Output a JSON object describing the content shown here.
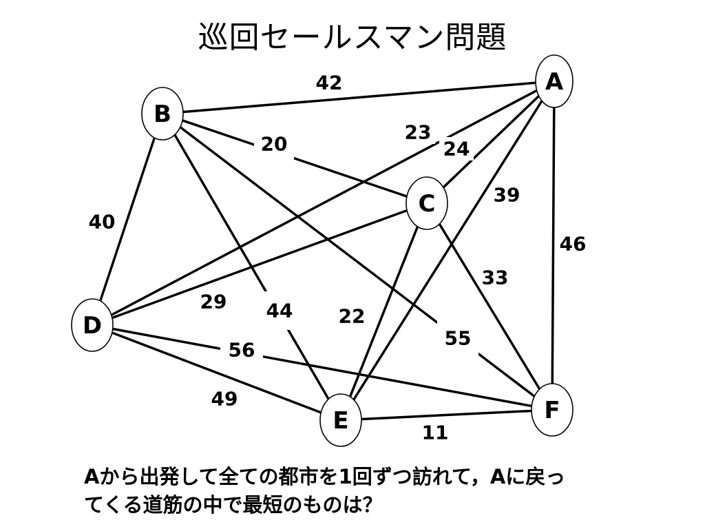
{
  "title": "巡回セールスマン問題",
  "question": {
    "line1": "Aから出発して全ての都市を1回ずつ訪れて，Aに戻っ",
    "line2": "てくる道筋の中で最短のものは？"
  },
  "graph": {
    "nodes": [
      {
        "id": "A",
        "label": "A"
      },
      {
        "id": "B",
        "label": "B"
      },
      {
        "id": "C",
        "label": "C"
      },
      {
        "id": "D",
        "label": "D"
      },
      {
        "id": "E",
        "label": "E"
      },
      {
        "id": "F",
        "label": "F"
      }
    ],
    "edges": [
      {
        "from": "B",
        "to": "A",
        "weight": "42"
      },
      {
        "from": "B",
        "to": "C",
        "weight": "20"
      },
      {
        "from": "A",
        "to": "D",
        "weight": "23"
      },
      {
        "from": "A",
        "to": "C",
        "weight": "24"
      },
      {
        "from": "A",
        "to": "E",
        "weight": "39"
      },
      {
        "from": "A",
        "to": "F",
        "weight": "46"
      },
      {
        "from": "B",
        "to": "D",
        "weight": "40"
      },
      {
        "from": "C",
        "to": "D",
        "weight": "29"
      },
      {
        "from": "B",
        "to": "E",
        "weight": "44"
      },
      {
        "from": "C",
        "to": "E",
        "weight": "22"
      },
      {
        "from": "C",
        "to": "F",
        "weight": "33"
      },
      {
        "from": "B",
        "to": "F",
        "weight": "55"
      },
      {
        "from": "D",
        "to": "F",
        "weight": "56"
      },
      {
        "from": "D",
        "to": "E",
        "weight": "49"
      },
      {
        "from": "E",
        "to": "F",
        "weight": "11"
      }
    ]
  }
}
